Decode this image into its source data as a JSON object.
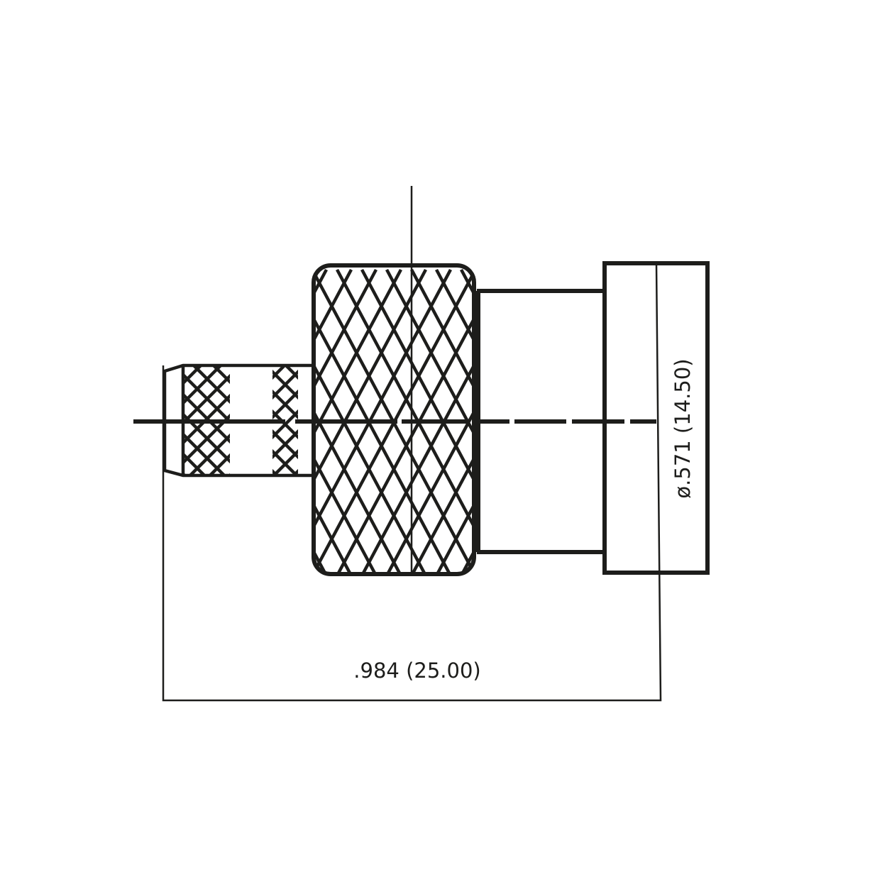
{
  "drawing": {
    "type": "technical-drawing",
    "subject": "coaxial connector side view",
    "stroke_color": "#1d1d1b",
    "background": "#ffffff",
    "dimensions": {
      "overall_length": {
        "label": ".984 (25.00)",
        "inch": ".984",
        "mm": "25.00"
      },
      "flange_diameter": {
        "label": "ø.571 (14.50)",
        "inch": ".571",
        "mm": "14.50",
        "symbol": "ø"
      }
    },
    "parts": [
      {
        "name": "crimp-sleeve",
        "knurled": true
      },
      {
        "name": "coupling-nut",
        "knurled": true
      },
      {
        "name": "body-collar",
        "knurled": false
      },
      {
        "name": "flange",
        "knurled": false
      }
    ],
    "lines": {
      "horizontal_centerline": "dash-dot",
      "vertical_centerline": "solid-thin"
    }
  }
}
